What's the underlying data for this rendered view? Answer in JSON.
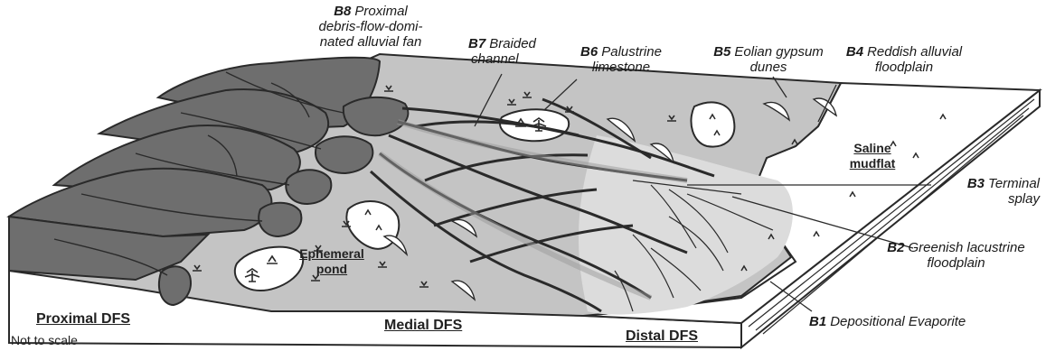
{
  "labels": {
    "b8": {
      "code": "B8",
      "lines": [
        "Proximal",
        "debris-flow-domi-",
        "nated alluvial fan"
      ]
    },
    "b7": {
      "code": "B7",
      "lines": [
        "Braided",
        "channel"
      ]
    },
    "b6": {
      "code": "B6",
      "lines": [
        "Palustrine",
        "limestone"
      ]
    },
    "b5": {
      "code": "B5",
      "lines": [
        "Eolian gypsum",
        "dunes"
      ]
    },
    "b4": {
      "code": "B4",
      "lines": [
        "Reddish alluvial",
        "floodplain"
      ]
    },
    "b3": {
      "code": "B3",
      "lines": [
        "Terminal",
        "splay"
      ]
    },
    "b2": {
      "code": "B2",
      "lines": [
        "Greenish lacustrine",
        "floodplain"
      ]
    },
    "b1": {
      "code": "B1",
      "lines": [
        "Depositional Evaporite"
      ]
    }
  },
  "features": {
    "saline_mudflat": [
      "Saline",
      "mudflat"
    ],
    "ephemeral_pond": [
      "Ephemeral",
      "pond"
    ]
  },
  "zones": {
    "proximal": "Proximal DFS",
    "medial": "Medial DFS",
    "distal": "Distal DFS"
  },
  "note": "Not to scale",
  "colors": {
    "fan_fill": "#6e6e6e",
    "plain_fill": "#c4c4c4",
    "splay_fill": "#d9d9d9",
    "mudflat_fill": "#ffffff",
    "outline": "#2a2a2a"
  }
}
